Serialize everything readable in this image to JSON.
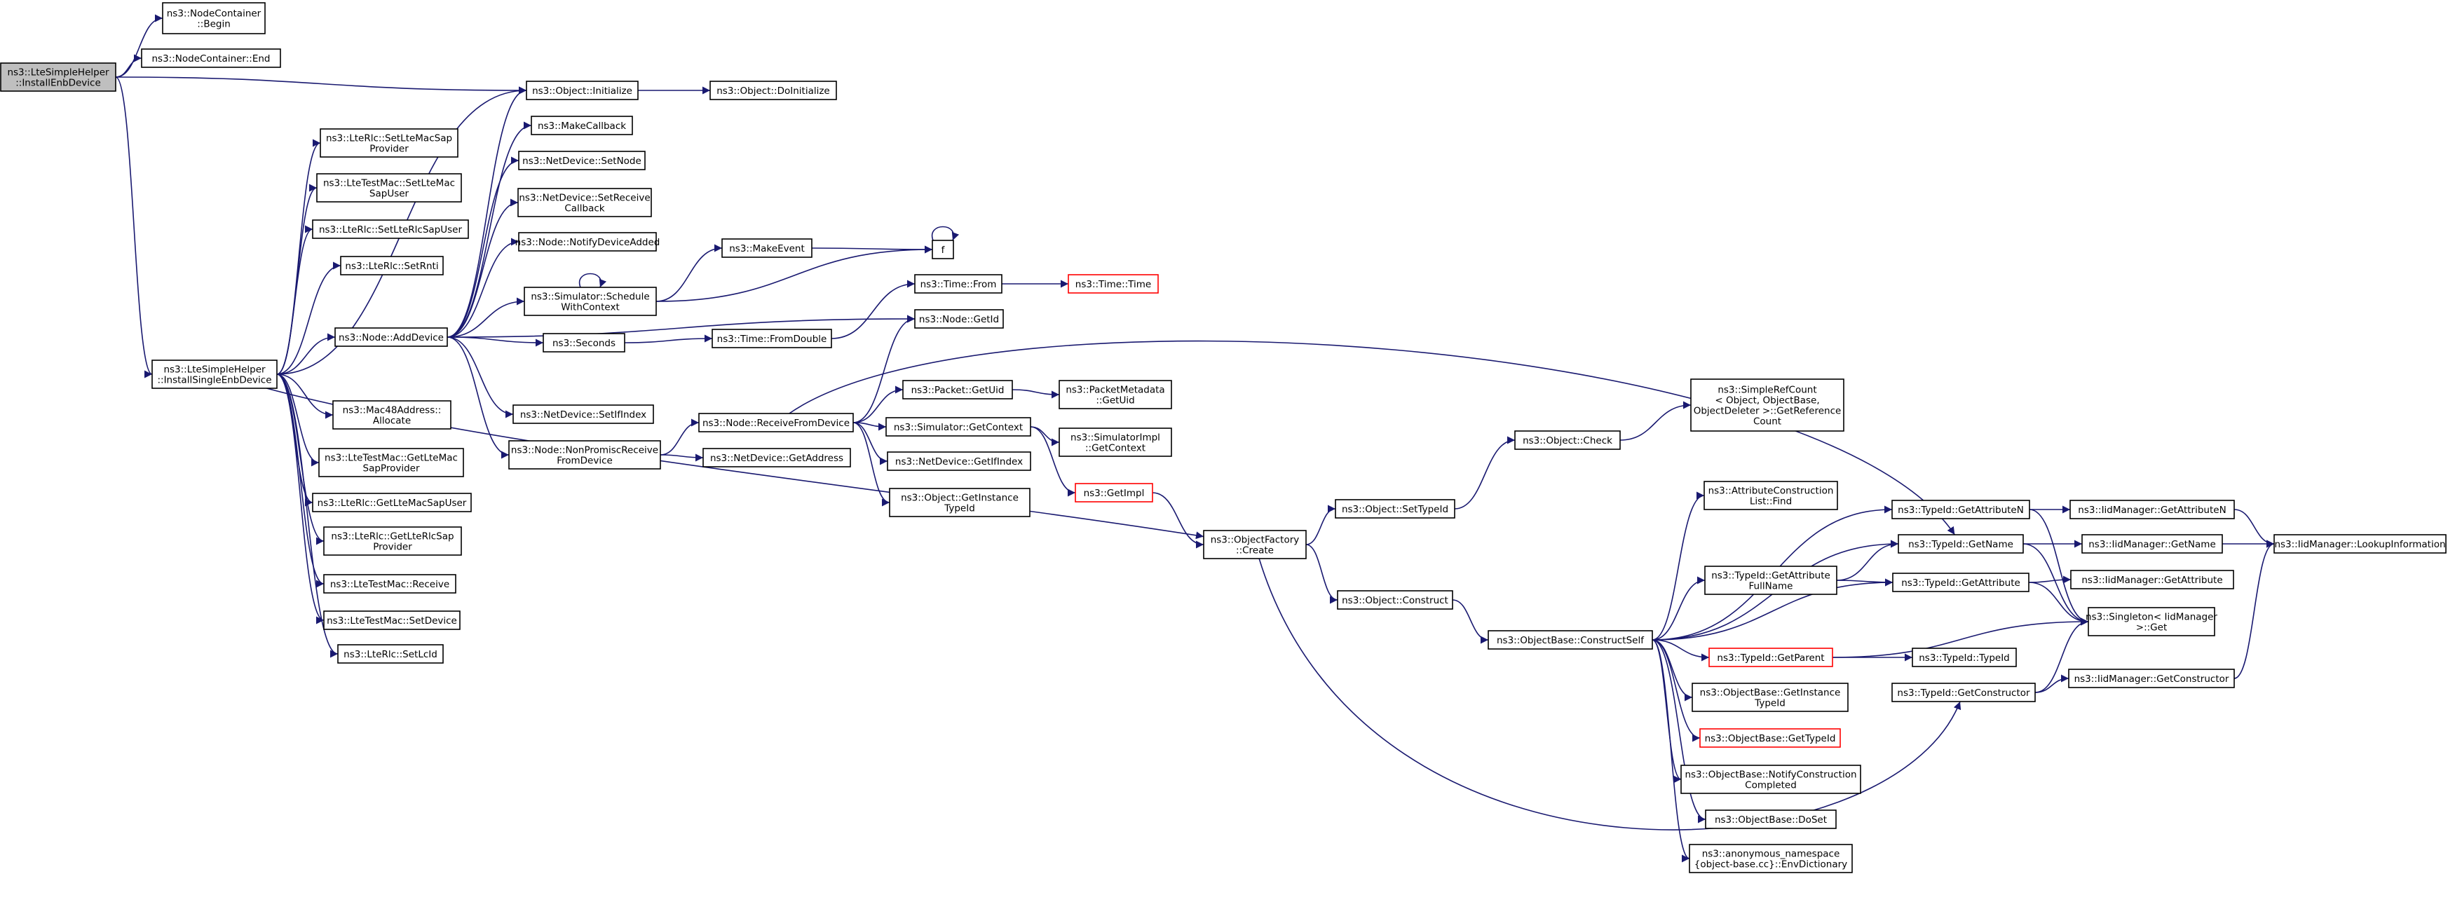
{
  "colors": {
    "edge": "#191970",
    "node_border": "#000000",
    "node_fill": "#ffffff",
    "root_fill": "#bfbfbf",
    "truncated_border": "#ff0000"
  },
  "nodes": {
    "n_root": [
      "ns3::LteSimpleHelper",
      "::InstallEnbDevice"
    ],
    "n_nc_begin": [
      "ns3::NodeContainer",
      "::Begin"
    ],
    "n_nc_end": [
      "ns3::NodeContainer::End"
    ],
    "n_obj_init": [
      "ns3::Object::Initialize"
    ],
    "n_obj_doinit": [
      "ns3::Object::DoInitialize"
    ],
    "n_install_single": [
      "ns3::LteSimpleHelper",
      "::InstallSingleEnbDevice"
    ],
    "n_rlc_setltemac": [
      "ns3::LteRlc::SetLteMacSap",
      "Provider"
    ],
    "n_testmac_setltemac": [
      "ns3::LteTestMac::SetLteMac",
      "SapUser"
    ],
    "n_rlc_setltesapuser": [
      "ns3::LteRlc::SetLteRlcSapUser"
    ],
    "n_rlc_setrnti": [
      "ns3::LteRlc::SetRnti"
    ],
    "n_node_adddevice": [
      "ns3::Node::AddDevice"
    ],
    "n_mac48": [
      "ns3::Mac48Address::",
      "Allocate"
    ],
    "n_testmac_getltemac": [
      "ns3::LteTestMac::GetLteMac",
      "SapProvider"
    ],
    "n_rlc_getltemacsapuser": [
      "ns3::LteRlc::GetLteMacSapUser"
    ],
    "n_rlc_getlterlcsap": [
      "ns3::LteRlc::GetLteRlcSap",
      "Provider"
    ],
    "n_testmac_receive": [
      "ns3::LteTestMac::Receive"
    ],
    "n_testmac_setdevice": [
      "ns3::LteTestMac::SetDevice"
    ],
    "n_rlc_setlcid": [
      "ns3::LteRlc::SetLcId"
    ],
    "n_makecallback": [
      "ns3::MakeCallback"
    ],
    "n_nd_setnode": [
      "ns3::NetDevice::SetNode"
    ],
    "n_nd_setreceive": [
      "ns3::NetDevice::SetReceive",
      "Callback"
    ],
    "n_node_notify": [
      "ns3::Node::NotifyDeviceAdded"
    ],
    "n_sim_schedule": [
      "ns3::Simulator::Schedule",
      "WithContext"
    ],
    "n_seconds": [
      "ns3::Seconds"
    ],
    "n_nd_setifindex": [
      "ns3::NetDevice::SetIfIndex"
    ],
    "n_node_nonpromisc": [
      "ns3::Node::NonPromiscReceive",
      "FromDevice"
    ],
    "n_f": [
      "f"
    ],
    "n_makeevent": [
      "ns3::MakeEvent"
    ],
    "n_time_from": [
      "ns3::Time::From"
    ],
    "n_time_time": [
      "ns3::Time::Time"
    ],
    "n_time_fromdouble": [
      "ns3::Time::FromDouble"
    ],
    "n_node_getid": [
      "ns3::Node::GetId"
    ],
    "n_node_receivefrom": [
      "ns3::Node::ReceiveFromDevice"
    ],
    "n_nd_getaddress": [
      "ns3::NetDevice::GetAddress"
    ],
    "n_packet_getuid": [
      "ns3::Packet::GetUid"
    ],
    "n_packetmeta_getuid": [
      "ns3::PacketMetadata",
      "::GetUid"
    ],
    "n_sim_getcontext": [
      "ns3::Simulator::GetContext"
    ],
    "n_simimpl_getcontext": [
      "ns3::SimulatorImpl",
      "::GetContext"
    ],
    "n_nd_getifindex": [
      "ns3::NetDevice::GetIfIndex"
    ],
    "n_obj_getinstance": [
      "ns3::Object::GetInstance",
      "TypeId"
    ],
    "n_getimpl": [
      "ns3::GetImpl"
    ],
    "n_objfactory_create": [
      "ns3::ObjectFactory",
      "::Create"
    ],
    "n_obj_settypeid": [
      "ns3::Object::SetTypeId"
    ],
    "n_obj_check": [
      "ns3::Object::Check"
    ],
    "n_simplerefcount": [
      "ns3::SimpleRefCount",
      "< Object, ObjectBase,",
      "ObjectDeleter >::GetReference",
      "Count"
    ],
    "n_obj_construct": [
      "ns3::Object::Construct"
    ],
    "n_objbase_constructself": [
      "ns3::ObjectBase::ConstructSelf"
    ],
    "n_attrconstr_find": [
      "ns3::AttributeConstruction",
      "List::Find"
    ],
    "n_typeid_getattrfullname": [
      "ns3::TypeId::GetAttribute",
      "FullName"
    ],
    "n_typeid_getparent": [
      "ns3::TypeId::GetParent"
    ],
    "n_objbase_getinstance": [
      "ns3::ObjectBase::GetInstance",
      "TypeId"
    ],
    "n_objbase_gettypeid": [
      "ns3::ObjectBase::GetTypeId"
    ],
    "n_objbase_notify": [
      "ns3::ObjectBase::NotifyConstruction",
      "Completed"
    ],
    "n_objbase_doset": [
      "ns3::ObjectBase::DoSet"
    ],
    "n_anon_envdict": [
      "ns3::anonymous_namespace",
      "{object-base.cc}::EnvDictionary"
    ],
    "n_typeid_getattributen": [
      "ns3::TypeId::GetAttributeN"
    ],
    "n_typeid_getname": [
      "ns3::TypeId::GetName"
    ],
    "n_typeid_getattribute": [
      "ns3::TypeId::GetAttribute"
    ],
    "n_typeid_typeid": [
      "ns3::TypeId::TypeId"
    ],
    "n_typeid_getconstructor": [
      "ns3::TypeId::GetConstructor"
    ],
    "n_iid_getattributen": [
      "ns3::IidManager::GetAttributeN"
    ],
    "n_iid_getname": [
      "ns3::IidManager::GetName"
    ],
    "n_iid_getattribute": [
      "ns3::IidManager::GetAttribute"
    ],
    "n_iid_lookup": [
      "ns3::IidManager::LookupInformation"
    ],
    "n_singleton_get": [
      "ns3::Singleton< IidManager",
      ">::Get"
    ],
    "n_iid_getconstructor": [
      "ns3::IidManager::GetConstructor"
    ]
  }
}
